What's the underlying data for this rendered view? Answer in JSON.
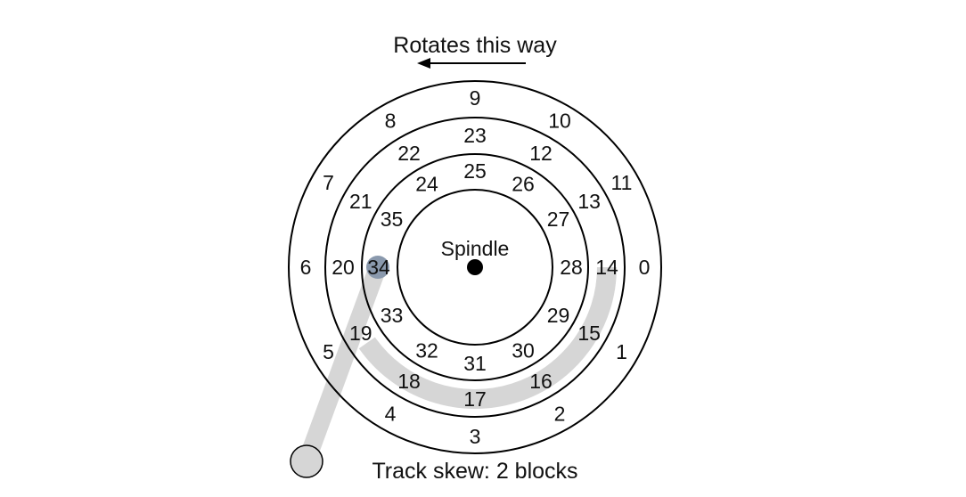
{
  "title": "Rotates this way",
  "spindle_label": "Spindle",
  "caption": "Track skew: 2 blocks",
  "colors": {
    "line": "#000000",
    "arm": "#d6d6d6",
    "head": "#8a99ad",
    "text": "#111111"
  },
  "tracks": [
    {
      "name": "outer",
      "sectors": [
        "0",
        "1",
        "2",
        "3",
        "4",
        "5",
        "6",
        "7",
        "8",
        "9",
        "10",
        "11"
      ]
    },
    {
      "name": "middle",
      "sectors": [
        "12",
        "13",
        "14",
        "15",
        "16",
        "17",
        "18",
        "19",
        "20",
        "21",
        "22",
        "23"
      ]
    },
    {
      "name": "inner",
      "sectors": [
        "24",
        "25",
        "26",
        "27",
        "28",
        "29",
        "30",
        "31",
        "32",
        "33",
        "34",
        "35"
      ]
    }
  ]
}
